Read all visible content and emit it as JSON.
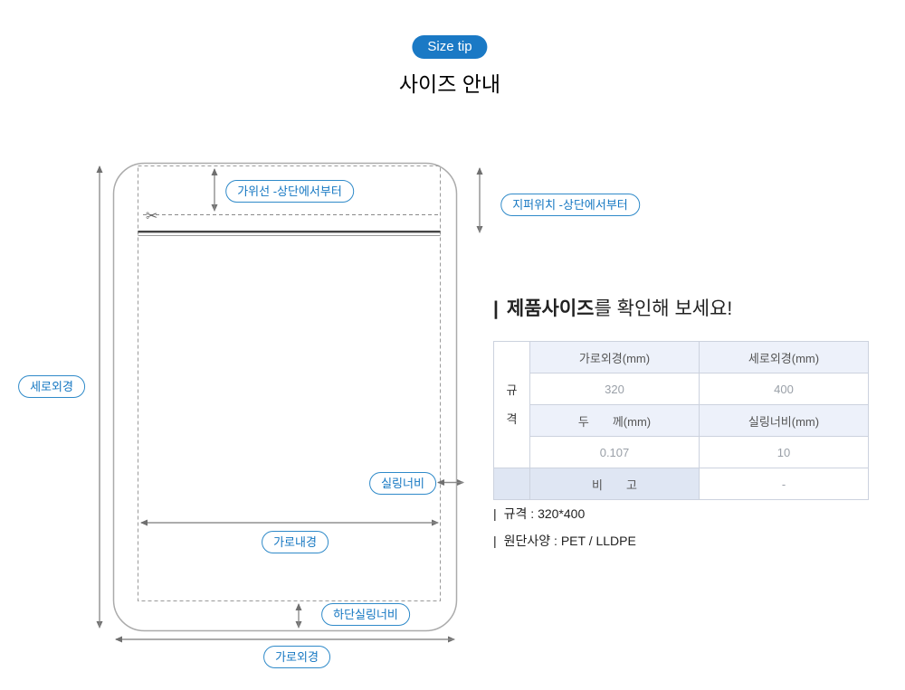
{
  "header": {
    "badge": "Size tip",
    "title": "사이즈 안내"
  },
  "diagram": {
    "scissors_icon": "✂",
    "labels": {
      "cut_line": "가위선 -상단에서부터",
      "zipper_pos": "지퍼위치 -상단에서부터",
      "outer_height": "세로외경",
      "seal_width": "실링너비",
      "inner_width": "가로내경",
      "bottom_seal_width": "하단실링너비",
      "outer_width": "가로외경"
    }
  },
  "product": {
    "heading_bar": "|",
    "heading_bold": "제품사이즈",
    "heading_rest": "를 확인해 보세요!",
    "table": {
      "spec_chars": [
        "규",
        "격"
      ],
      "col_headers_1": [
        "가로외경(mm)",
        "세로외경(mm)"
      ],
      "values_1": [
        "320",
        "400"
      ],
      "col_headers_2": [
        "두　　께(mm)",
        "실링너비(mm)"
      ],
      "values_2": [
        "0.107",
        "10"
      ],
      "remark_label": "비　　고",
      "remark_value": "-"
    },
    "notes_bar": "|",
    "notes": [
      "규격 : 320*400",
      "원단사양 : PET / LLDPE"
    ]
  },
  "colors": {
    "accent_blue": "#1a79c5",
    "pill_border": "#2f8ac9",
    "pill_text": "#1577c2",
    "table_header_bg": "#edf1fa",
    "remark_bg": "#dfe6f3"
  }
}
